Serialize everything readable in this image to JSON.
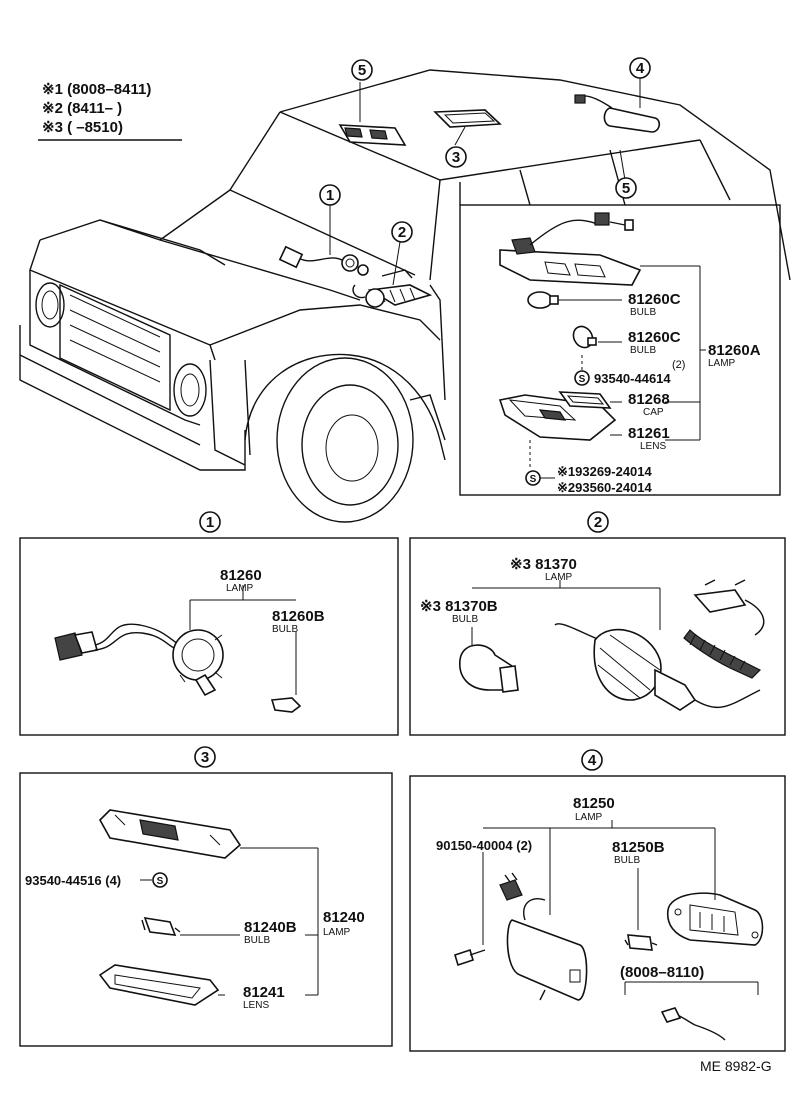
{
  "legend": {
    "note1": "※1 (8008–8411)",
    "note2": "※2 (8411–      )",
    "note3": "※3 (      –8510)"
  },
  "callouts": {
    "c1": "1",
    "c2": "2",
    "c3": "3",
    "c4": "4",
    "c5": "5"
  },
  "section5": {
    "bulb_a_num": "81260C",
    "bulb_a_name": "BULB",
    "bulb_b_num": "81260C",
    "bulb_b_name": "BULB",
    "lamp_num": "81260A",
    "lamp_name": "LAMP",
    "screw_qty": "(2)",
    "screw_num": "93540-44614",
    "cap_num": "81268",
    "cap_name": "CAP",
    "lens_num": "81261",
    "lens_name": "LENS",
    "screw2_a": "※193269-24014",
    "screw2_b": "※293560-24014"
  },
  "section1": {
    "lamp_num": "81260",
    "lamp_name": "LAMP",
    "bulb_num": "81260B",
    "bulb_name": "BULB"
  },
  "section2": {
    "lamp_num": "※3 81370",
    "lamp_name": "LAMP",
    "bulb_num": "※3 81370B",
    "bulb_name": "BULB"
  },
  "section3": {
    "screw_num": "93540-44516 (4)",
    "bulb_num": "81240B",
    "bulb_name": "BULB",
    "lamp_num": "81240",
    "lamp_name": "LAMP",
    "lens_num": "81241",
    "lens_name": "LENS"
  },
  "section4": {
    "lamp_num": "81250",
    "lamp_name": "LAMP",
    "screw_num": "90150-40004 (2)",
    "bulb_num": "81250B",
    "bulb_name": "BULB",
    "range": "(8008–8110)"
  },
  "footer": {
    "code": "ME  8982-G"
  }
}
